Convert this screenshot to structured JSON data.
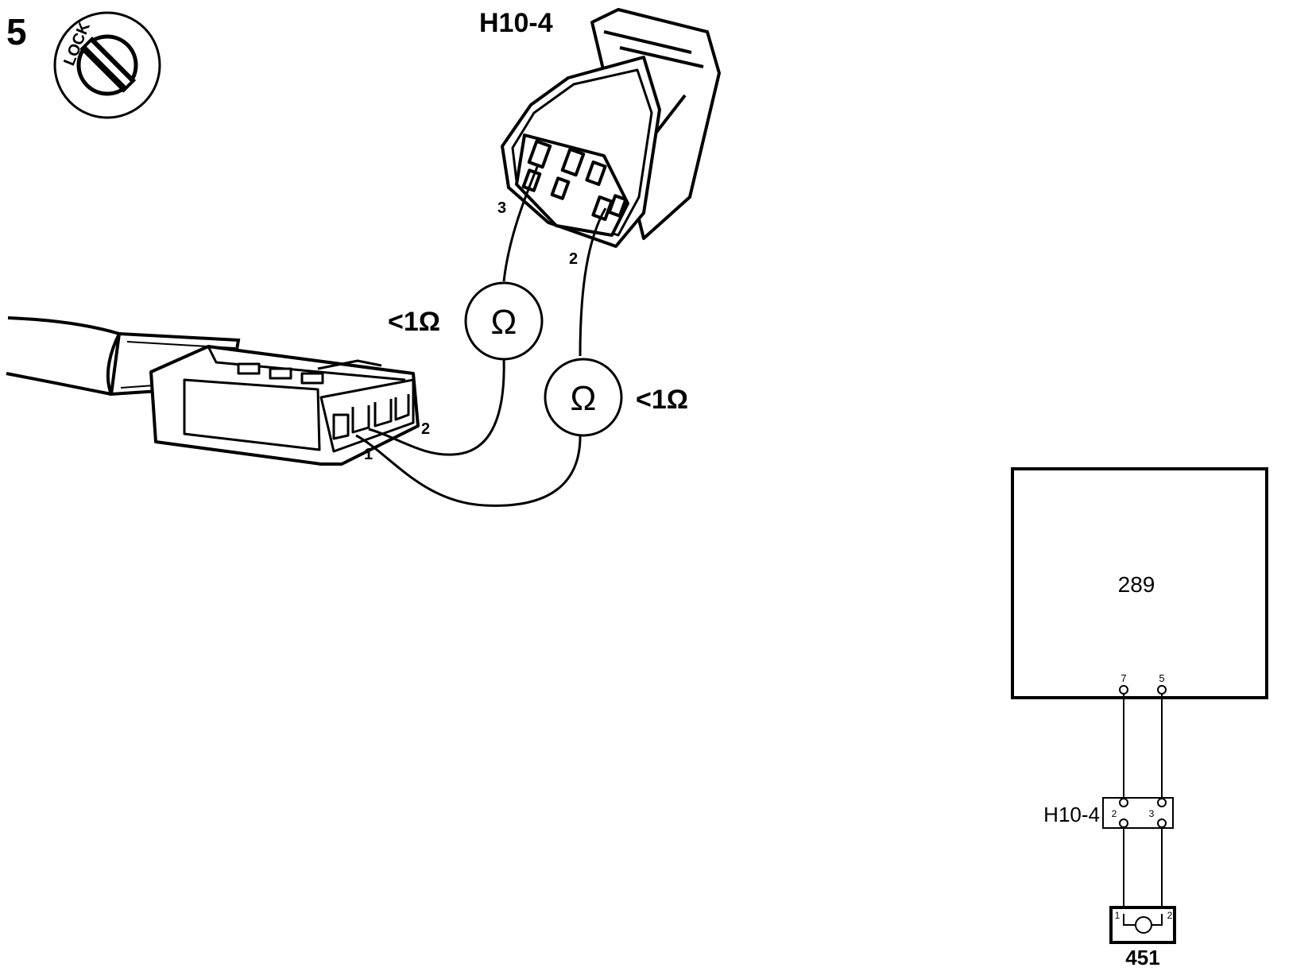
{
  "step_number": "5",
  "ignition": {
    "lock_label": "LOCK"
  },
  "connector_h10_4": {
    "title": "H10-4",
    "pin_a": "3",
    "pin_b": "2"
  },
  "component_connector": {
    "pin_a": "1",
    "pin_b": "2"
  },
  "meters": [
    {
      "symbol": "Ω",
      "reading": "<1Ω"
    },
    {
      "symbol": "Ω",
      "reading": "<1Ω"
    }
  ],
  "schematic": {
    "module_label": "289",
    "module_pin_left": "7",
    "module_pin_right": "5",
    "connector_label": "H10-4",
    "connector_pin_left": "2",
    "connector_pin_right": "3",
    "component_label": "451",
    "component_pin_left": "1",
    "component_pin_right": "2"
  }
}
